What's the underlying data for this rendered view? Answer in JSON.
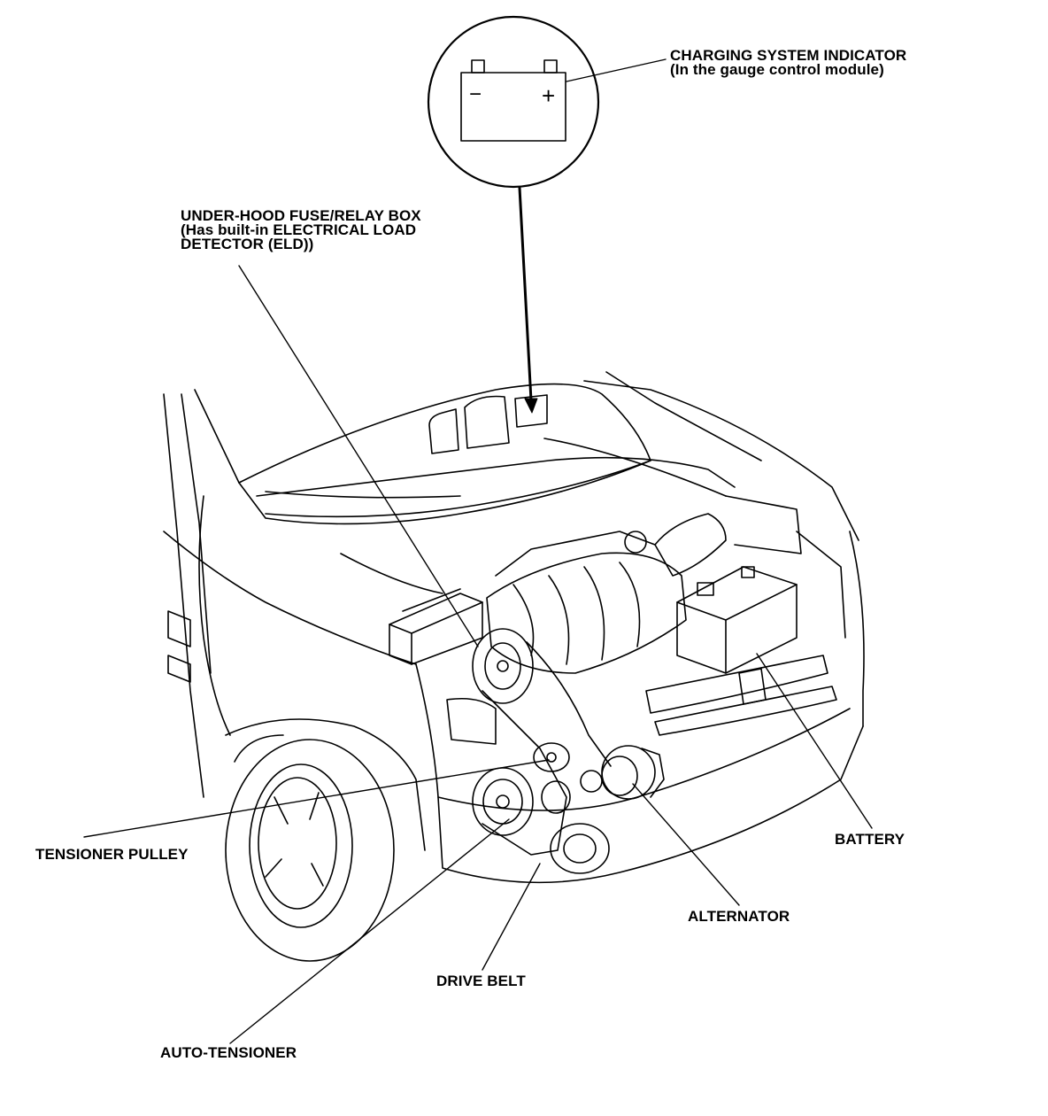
{
  "labels": {
    "charging_indicator": [
      "CHARGING SYSTEM INDICATOR",
      "(In the gauge control module)"
    ],
    "fuse_box": [
      "UNDER-HOOD FUSE/RELAY BOX",
      "(Has built-in ELECTRICAL LOAD",
      "DETECTOR (ELD))"
    ],
    "battery": "BATTERY",
    "tensioner_pulley": "TENSIONER PULLEY",
    "alternator": "ALTERNATOR",
    "drive_belt": "DRIVE BELT",
    "auto_tensioner": "AUTO-TENSIONER"
  },
  "indicator_symbols": {
    "minus": "−",
    "plus": "+"
  },
  "colors": {
    "ink": "#000000",
    "paper": "#ffffff"
  }
}
